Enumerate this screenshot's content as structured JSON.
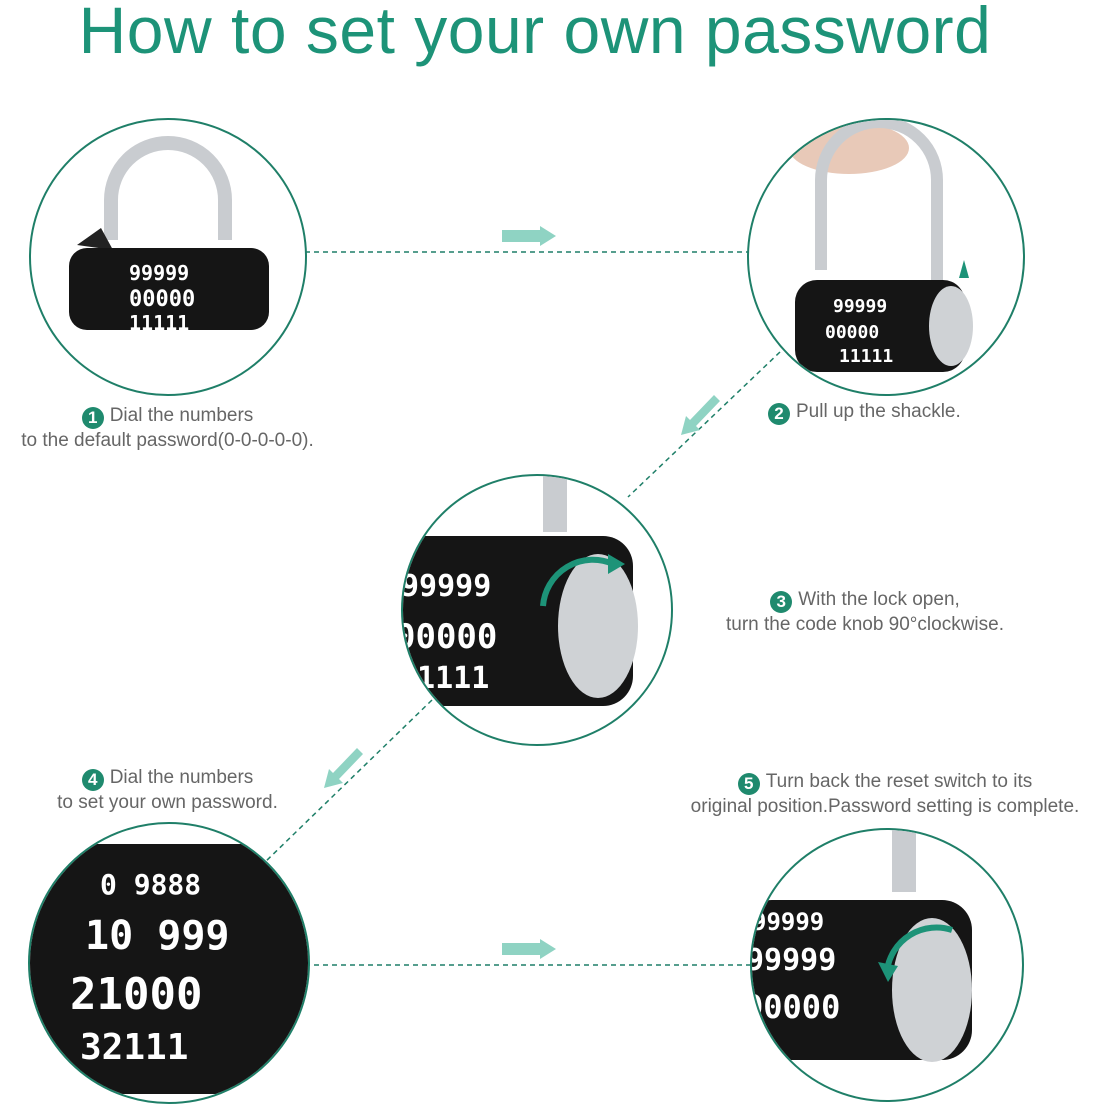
{
  "title": "How to set your own password",
  "accent_color": "#1d9378",
  "steps": [
    {
      "number": "1",
      "line1": "Dial the numbers",
      "line2": "to the default password(0-0-0-0-0)."
    },
    {
      "number": "2",
      "line1": "Pull up the shackle."
    },
    {
      "number": "3",
      "line1": "With the lock open,",
      "line2": "turn the code knob 90°clockwise."
    },
    {
      "number": "4",
      "line1": "Dial the numbers",
      "line2": "to set your own password."
    },
    {
      "number": "5",
      "line1": "Turn back the reset switch to its",
      "line2": "original position.Password setting is complete."
    }
  ],
  "lock_digits": {
    "top": "99999",
    "mid": "00000",
    "bot": "11111",
    "step4_top": "0 9888",
    "step4_row1": "10 999",
    "step4_row2": "21000",
    "step4_row3": "32111"
  }
}
